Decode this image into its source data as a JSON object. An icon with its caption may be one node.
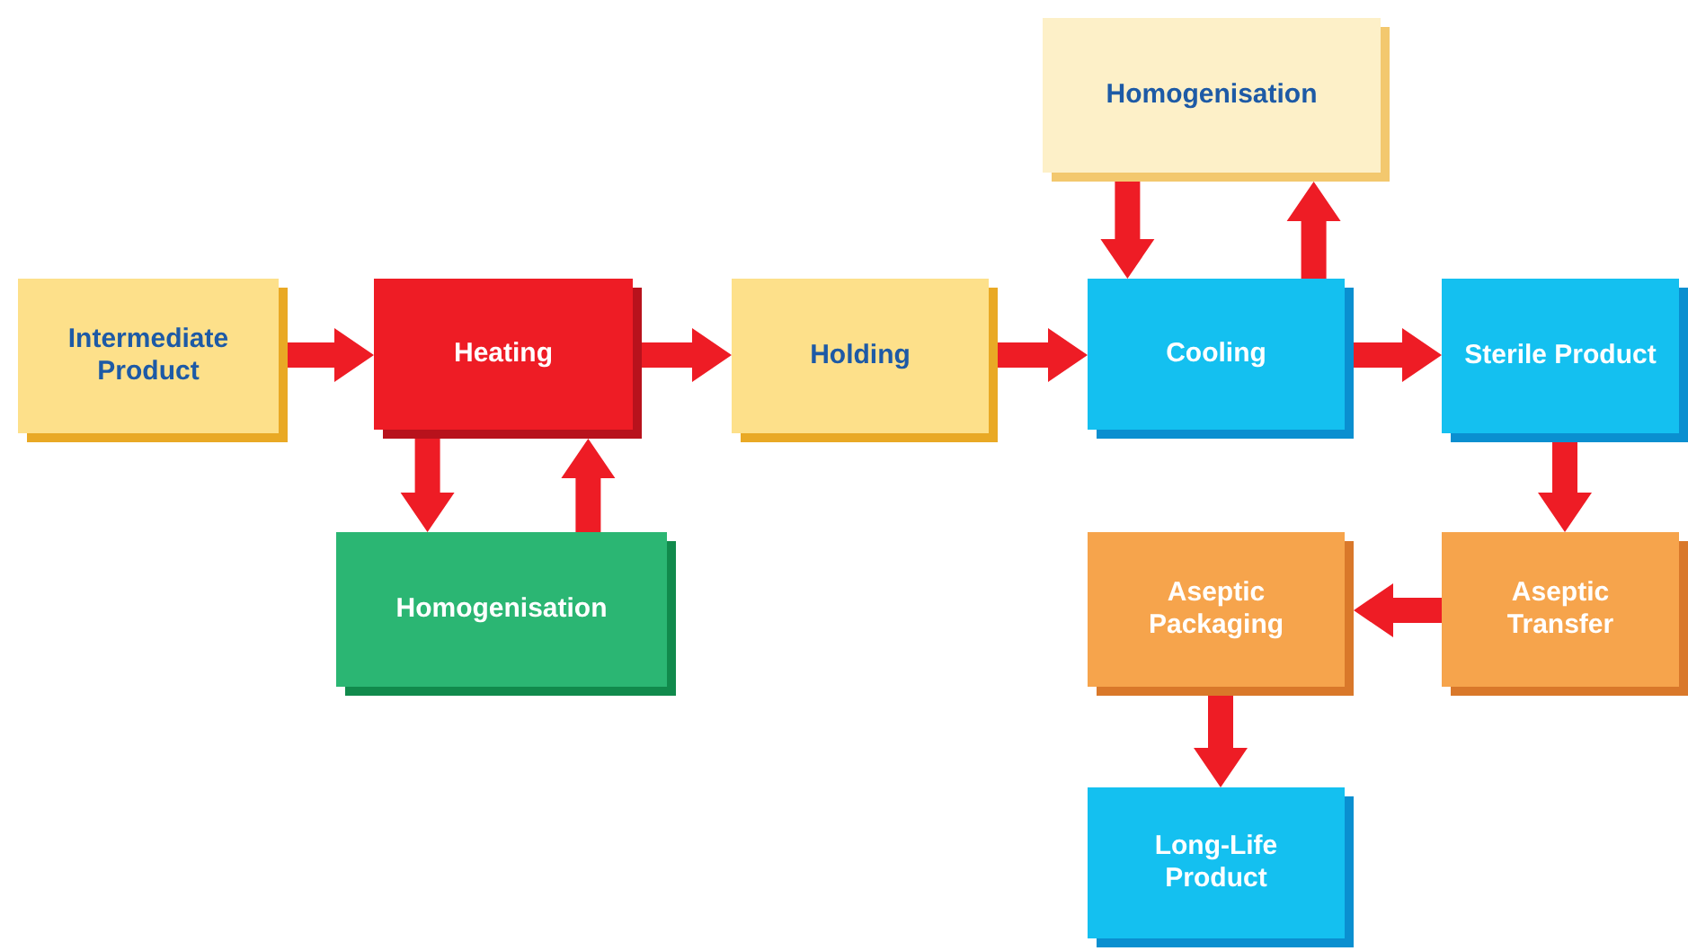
{
  "diagram": {
    "nodes": [
      {
        "text": [
          "Intermediate Product"
        ]
      },
      {
        "text": [
          "Heating"
        ]
      },
      {
        "text": [
          "Homogenisation"
        ]
      },
      {
        "text": [
          "Holding"
        ]
      },
      {
        "text": [
          "Homogenisation"
        ]
      },
      {
        "text": [
          "Cooling"
        ]
      },
      {
        "text": [
          "Sterile Product"
        ]
      },
      {
        "text": [
          "Aseptic Transfer"
        ]
      },
      {
        "text": [
          "Aseptic Packaging"
        ]
      },
      {
        "text": [
          "Long-Life Product"
        ]
      }
    ],
    "edges": [
      {
        "from": 0,
        "to": 1,
        "arrow": "to"
      },
      {
        "from": 1,
        "to": 2,
        "arrow": "to"
      },
      {
        "from": 2,
        "to": 1,
        "arrow": "to"
      },
      {
        "from": 1,
        "to": 3,
        "arrow": "to"
      },
      {
        "from": 3,
        "to": 5,
        "arrow": "to"
      },
      {
        "from": 4,
        "to": 5,
        "arrow": "to"
      },
      {
        "from": 5,
        "to": 4,
        "arrow": "to"
      },
      {
        "from": 5,
        "to": 6,
        "arrow": "to"
      },
      {
        "from": 6,
        "to": 7,
        "arrow": "to"
      },
      {
        "from": 7,
        "to": 8,
        "arrow": "to"
      },
      {
        "from": 8,
        "to": 9,
        "arrow": "to"
      }
    ]
  }
}
